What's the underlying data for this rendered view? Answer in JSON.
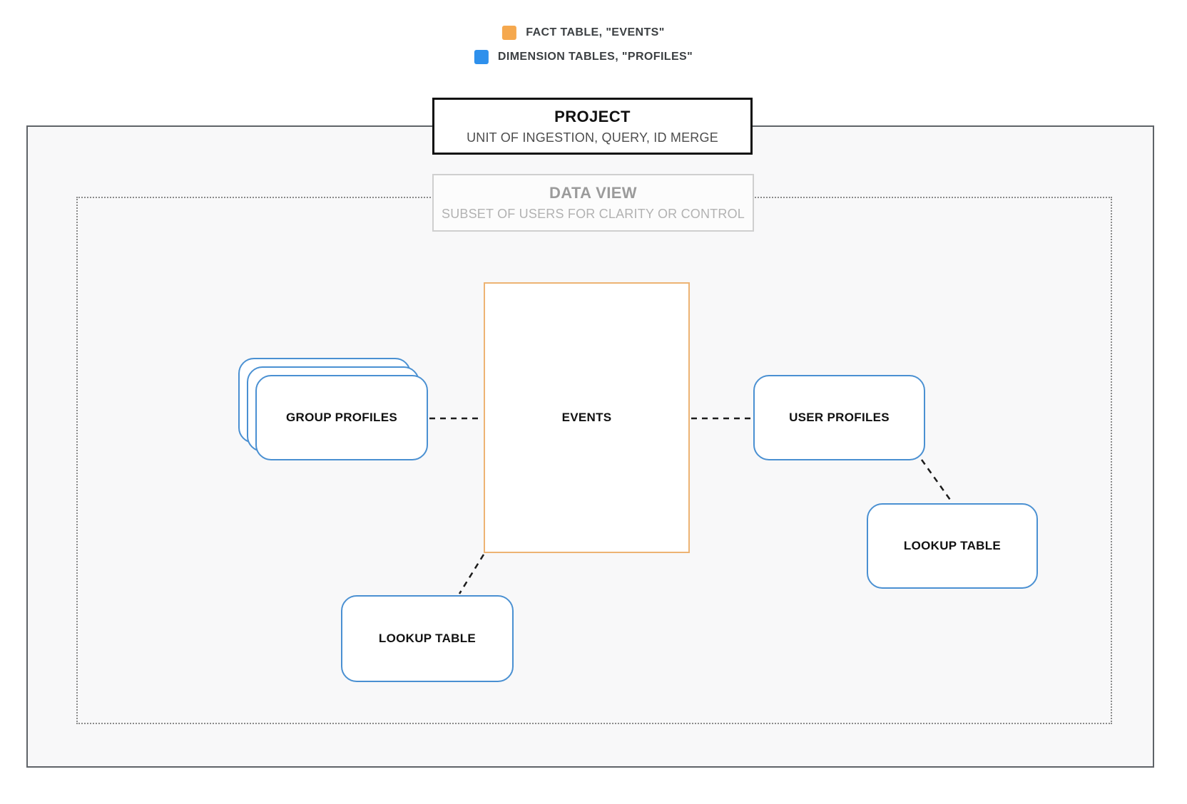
{
  "legend": {
    "items": [
      {
        "label": "FACT TABLE, \"EVENTS\"",
        "color": "#f5a84e"
      },
      {
        "label": "DIMENSION TABLES, \"PROFILES\"",
        "color": "#2e90ec"
      }
    ]
  },
  "project_box": {
    "title": "PROJECT",
    "subtitle": "UNIT OF INGESTION, QUERY, ID MERGE"
  },
  "data_view_box": {
    "title": "DATA VIEW",
    "subtitle": "SUBSET OF USERS FOR CLARITY OR CONTROL"
  },
  "nodes": {
    "events": {
      "label": "EVENTS",
      "type": "fact-table",
      "border_color": "#edb373"
    },
    "group_profiles": {
      "label": "GROUP PROFILES",
      "type": "dimension-table",
      "stacked_cards": 3,
      "border_color": "#4a90d2"
    },
    "user_profiles": {
      "label": "USER PROFILES",
      "type": "dimension-table",
      "border_color": "#4a90d2"
    },
    "lookup_table_bottom": {
      "label": "LOOKUP TABLE",
      "type": "dimension-table",
      "border_color": "#4a90d2"
    },
    "lookup_table_right": {
      "label": "LOOKUP TABLE",
      "type": "dimension-table",
      "border_color": "#4a90d2"
    }
  },
  "edges": [
    {
      "from": "group_profiles",
      "to": "events",
      "style": "dashed"
    },
    {
      "from": "events",
      "to": "user_profiles",
      "style": "dashed"
    },
    {
      "from": "events",
      "to": "lookup_table_bottom",
      "style": "dashed"
    },
    {
      "from": "user_profiles",
      "to": "lookup_table_right",
      "style": "dashed"
    }
  ],
  "colors": {
    "fact_accent": "#f5a84e",
    "dimension_accent": "#2e90ec",
    "node_blue_border": "#4a90d2",
    "events_orange_border": "#edb373",
    "outer_boundary_border": "#5f6368",
    "inner_boundary_border": "#8a8a8a",
    "boundary_fill": "#f8f8f9",
    "connector": "#1c1c1c"
  }
}
